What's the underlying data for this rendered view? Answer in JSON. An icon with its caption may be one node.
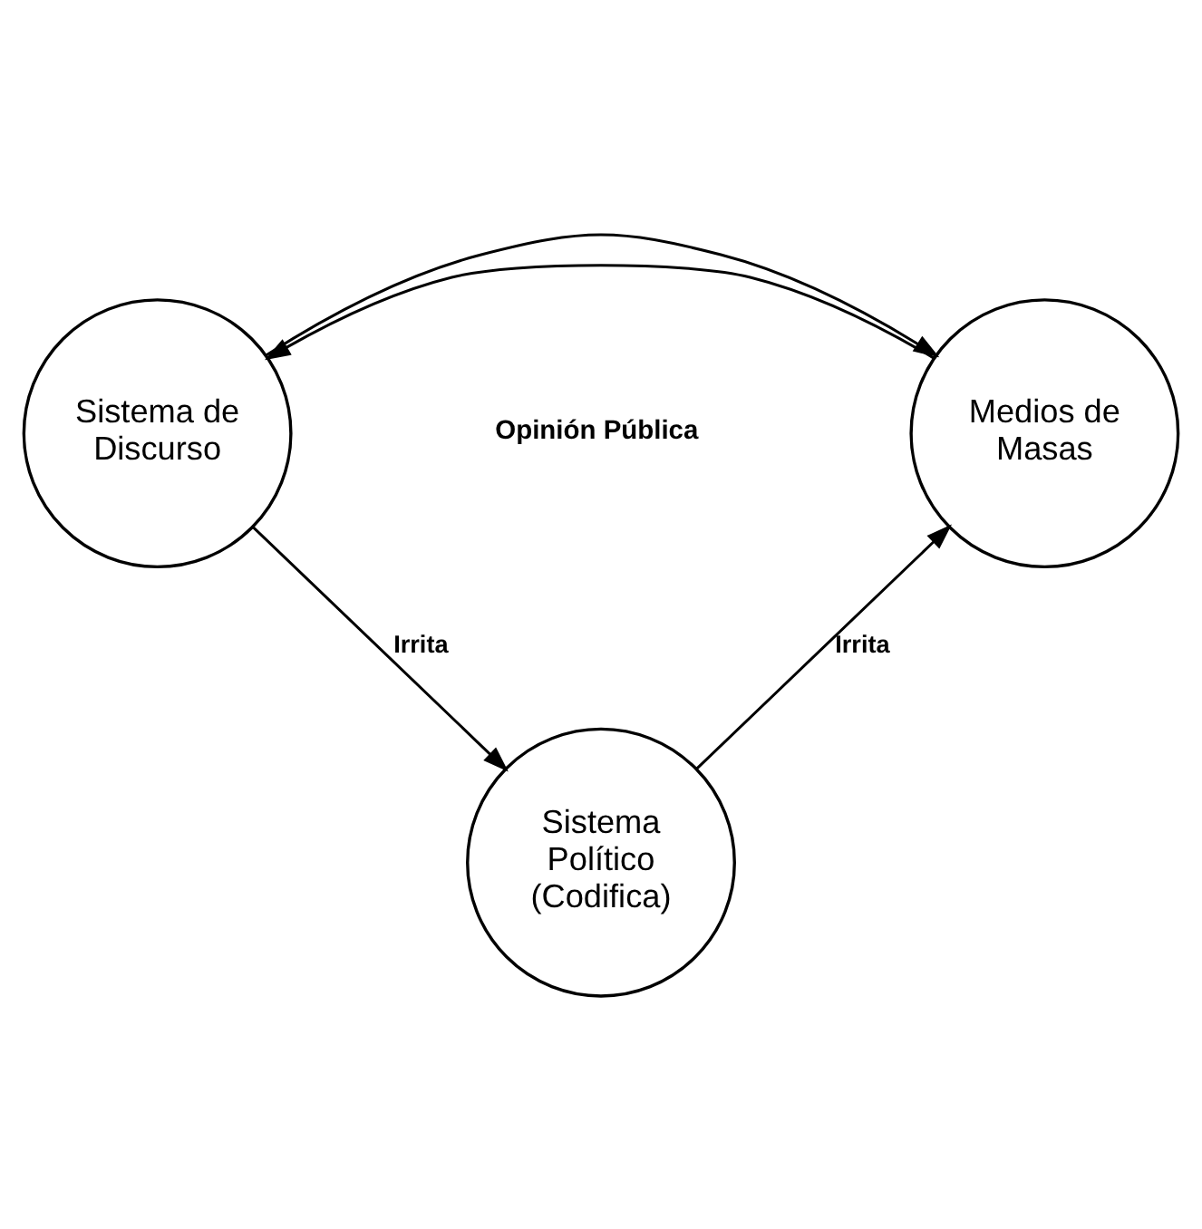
{
  "diagram": {
    "nodes": [
      {
        "text": [
          "Sistema de Discurso"
        ]
      },
      {
        "text": [
          "Medios de Masas"
        ]
      },
      {
        "text": [
          "Sistema Político (Codifica)"
        ]
      }
    ],
    "edges": [
      {
        "from": 1,
        "to": 0,
        "arrow": "to"
      },
      {
        "from": 0,
        "to": 1,
        "arrow": "to"
      },
      {
        "from": 0,
        "to": 2,
        "arrow": "to",
        "label": "Irrita"
      },
      {
        "from": 2,
        "to": 1,
        "arrow": "to",
        "label": "Irrita"
      }
    ],
    "labels": [
      "Opinión Pública"
    ]
  }
}
